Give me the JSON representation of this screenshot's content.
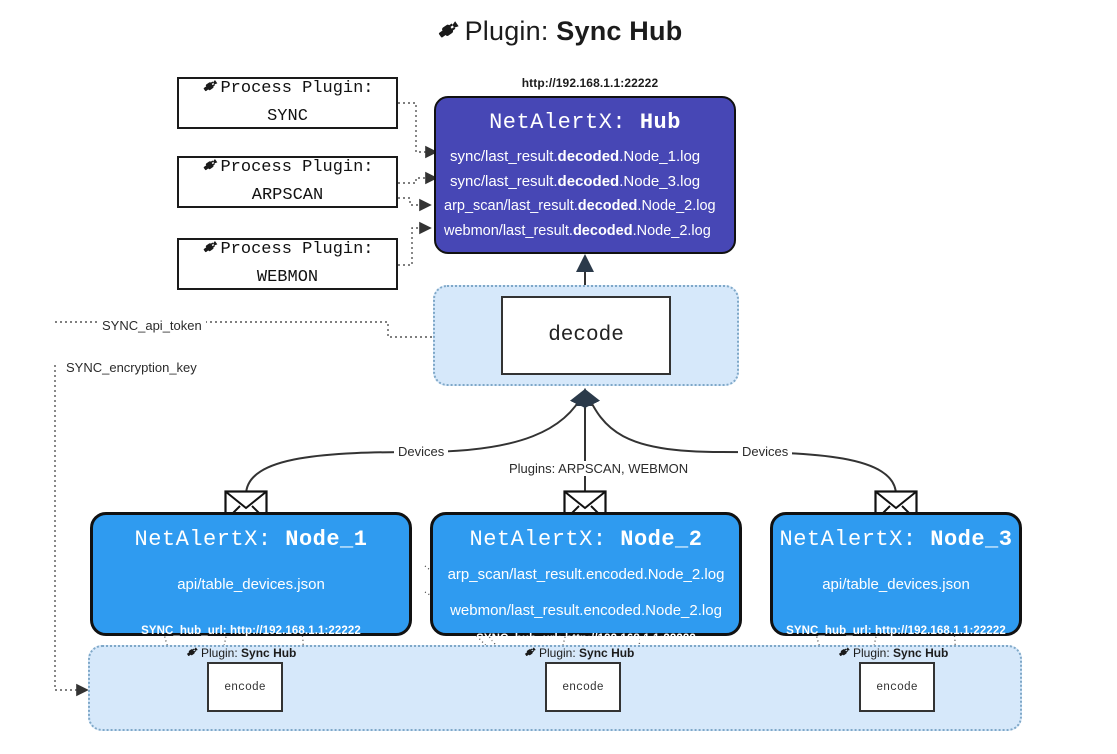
{
  "title": {
    "icon": "plug-icon",
    "prefix": "Plugin:",
    "name": "Sync Hub"
  },
  "process_plugins": [
    {
      "icon": "plug-icon",
      "line1": "Process Plugin:",
      "line2": "SYNC"
    },
    {
      "icon": "plug-icon",
      "line1": "Process Plugin:",
      "line2": "ARPSCAN"
    },
    {
      "icon": "plug-icon",
      "line1": "Process Plugin:",
      "line2": "WEBMON"
    }
  ],
  "hub": {
    "url": "http://192.168.1.1:22222",
    "title_prefix": "NetAlertX:",
    "title_name": "Hub",
    "logs": [
      {
        "pre": "sync/last_result.",
        "mid": "decoded",
        "post": ".Node_1.log"
      },
      {
        "pre": "sync/last_result.",
        "mid": "decoded",
        "post": ".Node_3.log"
      },
      {
        "pre": "arp_scan/last_result.",
        "mid": "decoded",
        "post": ".Node_2.log"
      },
      {
        "pre": "webmon/last_result.",
        "mid": "decoded",
        "post": ".Node_2.log"
      }
    ],
    "fill_color": "#4747b5"
  },
  "decode": {
    "label": "decode",
    "container_fill": "#d6e8fa"
  },
  "settings": {
    "api_token_label": "SYNC_api_token",
    "encryption_key_label": "SYNC_encryption_key"
  },
  "edges": {
    "devices_left": "Devices",
    "devices_right": "Devices",
    "plugins_center": "Plugins: ARPSCAN, WEBMON"
  },
  "nodes": [
    {
      "title_prefix": "NetAlertX:",
      "title_name": "Node_1",
      "logs": [
        "api/table_devices.json"
      ],
      "hub_url_label": "SYNC_hub_url: http://192.168.1.1:22222",
      "fill_color": "#2f9bf0"
    },
    {
      "title_prefix": "NetAlertX:",
      "title_name": "Node_2",
      "logs": [
        "arp_scan/last_result.encoded.Node_2.log",
        "webmon/last_result.encoded.Node_2.log"
      ],
      "hub_url_label": "SYNC_hub_url: http://192.168.1.1:22222",
      "fill_color": "#2f9bf0"
    },
    {
      "title_prefix": "NetAlertX:",
      "title_name": "Node_3",
      "logs": [
        "api/table_devices.json"
      ],
      "hub_url_label": "SYNC_hub_url: http://192.168.1.1:22222",
      "fill_color": "#2f9bf0"
    }
  ],
  "encoders": [
    {
      "icon": "plug-icon",
      "label_prefix": "Plugin:",
      "label_name": "Sync Hub",
      "box_label": "encode"
    },
    {
      "icon": "plug-icon",
      "label_prefix": "Plugin:",
      "label_name": "Sync Hub",
      "box_label": "encode"
    },
    {
      "icon": "plug-icon",
      "label_prefix": "Plugin:",
      "label_name": "Sync Hub",
      "box_label": "encode"
    }
  ]
}
